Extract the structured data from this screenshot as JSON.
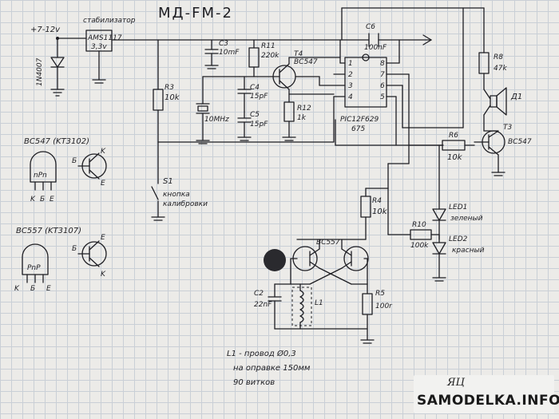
{
  "title": "МД-FM-2",
  "power": {
    "input": "+7-12v",
    "diode": "1N4007",
    "stabilizer_label": "стабилизатор",
    "regulator": "AMS1117",
    "regulator_out": "3,3v"
  },
  "parts": {
    "c3": "C3",
    "c3_val": "10mF",
    "c6": "C6",
    "c6_val": "100nF",
    "r11": "R11",
    "r11_val": "220k",
    "t4": "T4",
    "t4_type": "BC547",
    "r3": "R3",
    "r3_val": "10k",
    "c4": "C4",
    "c4_val": "15pF",
    "c5": "C5",
    "c5_val": "15pF",
    "xtal": "10MHz",
    "r12": "R12",
    "r12_val": "1k",
    "mcu": "PIC12F629",
    "mcu_alt": "675",
    "r8": "R8",
    "r8_val": "47k",
    "speaker": "Д1",
    "r6": "R6",
    "r6_val": "10k",
    "t3": "T3",
    "t3_type": "BC547",
    "s1": "S1",
    "s1_desc1": "кнопка",
    "s1_desc2": "калибровки",
    "r4": "R4",
    "r4_val": "10k",
    "led1": "LED1",
    "led1_color": "зеленый",
    "r10": "R10",
    "r10_val": "100k",
    "led2": "LED2",
    "led2_color": "красный",
    "osc_transistors": "BC557",
    "c2": "C2",
    "c2_val": "22nF",
    "l1": "L1",
    "r5": "R5",
    "r5_val": "100r"
  },
  "legend": {
    "npn_title": "BC547 (KT3102)",
    "npn_body": "nPn",
    "pnp_title": "BC557 (KT3107)",
    "pnp_body": "PnP",
    "pin_k": "K",
    "pin_b": "Б",
    "pin_e": "E"
  },
  "pins": [
    "1",
    "2",
    "3",
    "4",
    "5",
    "6",
    "7",
    "8"
  ],
  "coil_note": {
    "line1": "L1 - провод Ø0,3",
    "line2": "на оправке 150мм",
    "line3": "90 витков"
  },
  "watermark": {
    "logo": "ЯЦ",
    "text": "SAMODELKA.INFO"
  }
}
